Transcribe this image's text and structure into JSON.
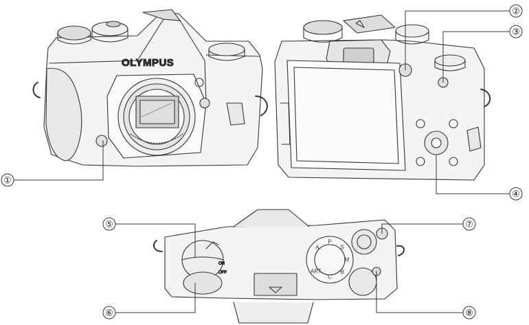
{
  "brand": {
    "logo_text": "OLYMPUS"
  },
  "front_view": {
    "callouts": [
      "①"
    ]
  },
  "back_view": {
    "callouts": [
      "②",
      "③",
      "④"
    ]
  },
  "top_view": {
    "callouts": [
      "⑤",
      "⑥",
      "⑦",
      "⑧"
    ],
    "switch_labels": {
      "on": "ON",
      "off": "OFF"
    },
    "mode_dial_marks": [
      "P",
      "A",
      "S",
      "M",
      "B",
      "C",
      "ART"
    ]
  }
}
